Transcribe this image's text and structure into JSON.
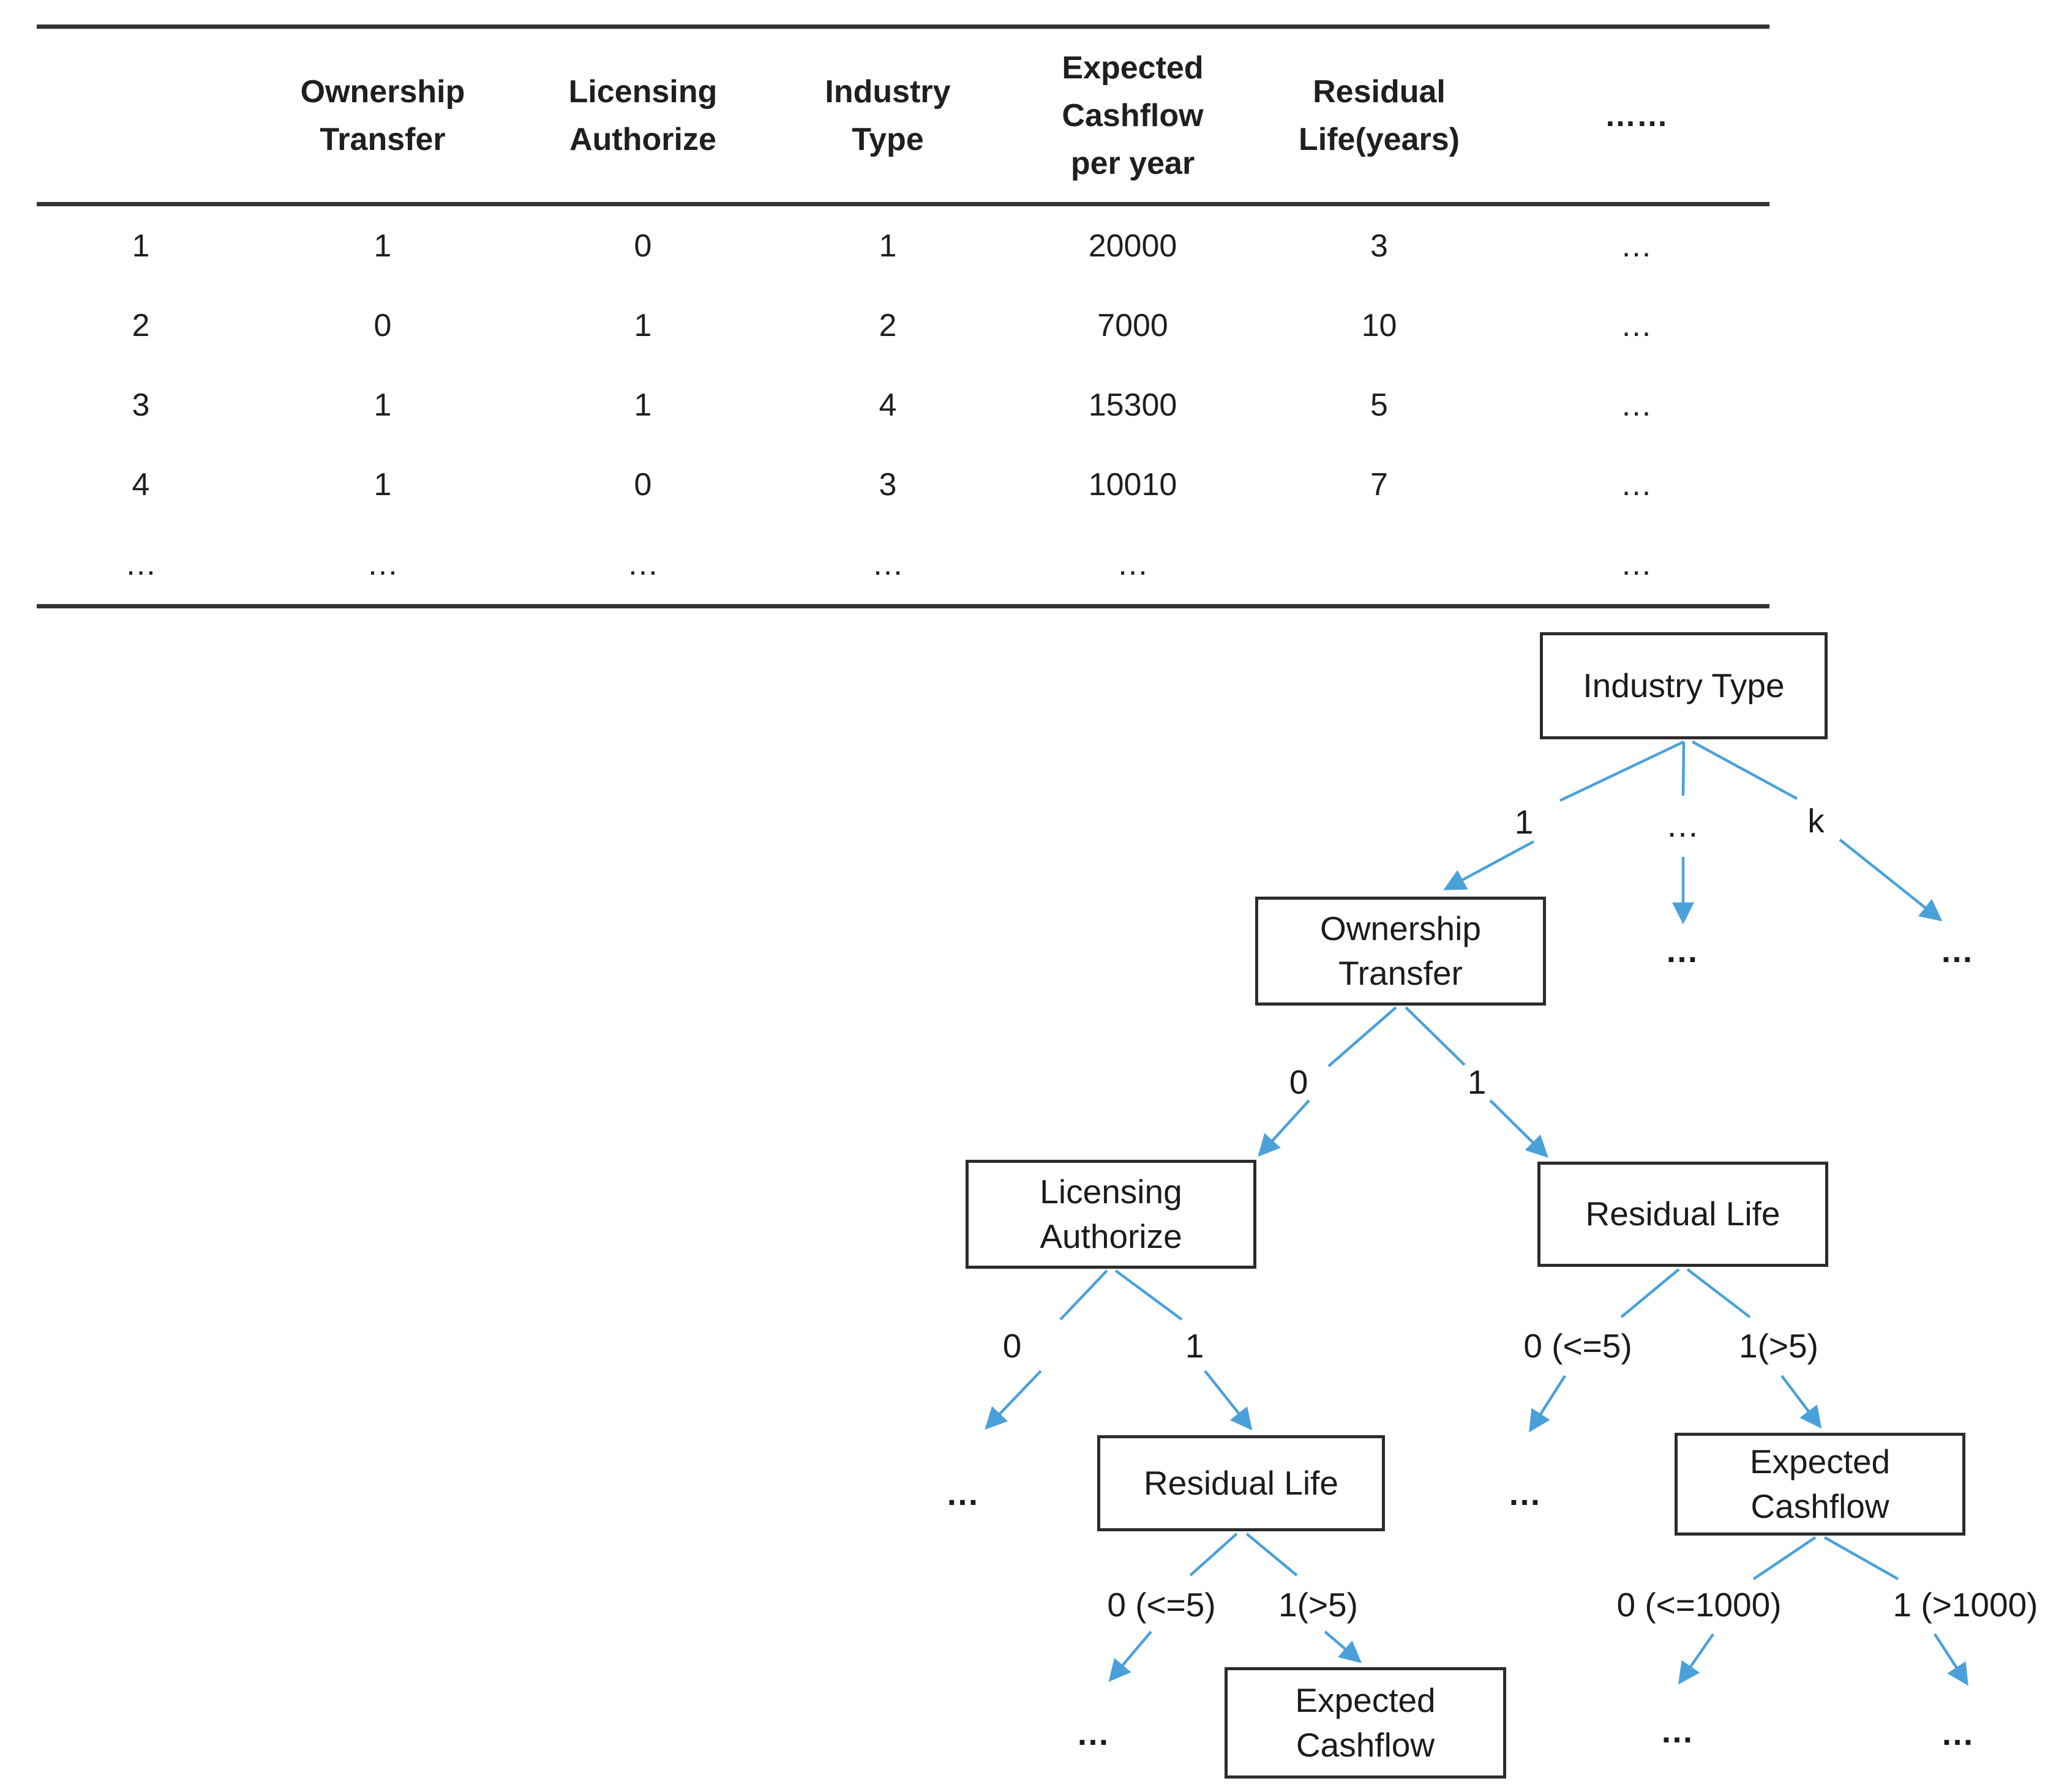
{
  "table": {
    "columns": [
      "",
      "Ownership Transfer",
      "Licensing Authorize",
      "Industry Type",
      "Expected Cashflow per year",
      "Residual Life(years)",
      "……"
    ],
    "rows": [
      [
        "1",
        "1",
        "0",
        "1",
        "20000",
        "3",
        "…"
      ],
      [
        "2",
        "0",
        "1",
        "2",
        "7000",
        "10",
        "…"
      ],
      [
        "3",
        "1",
        "1",
        "4",
        "15300",
        "5",
        "…"
      ],
      [
        "4",
        "1",
        "0",
        "3",
        "10010",
        "7",
        "…"
      ],
      [
        "…",
        "…",
        "…",
        "…",
        "…",
        "",
        "…"
      ]
    ]
  },
  "tree": {
    "nodes": {
      "industry_type": "Industry Type",
      "ownership_transfer": "Ownership Transfer",
      "licensing_authorize": "Licensing Authorize",
      "residual_life_right": "Residual Life",
      "residual_life_center": "Residual Life",
      "expected_cashflow_right": "Expected Cashflow",
      "expected_cashflow_bottom": "Expected Cashflow"
    },
    "edges": {
      "industry_1": "1",
      "industry_mid": "…",
      "industry_k": "k",
      "ownership_0": "0",
      "ownership_1": "1",
      "licensing_0": "0",
      "licensing_1": "1",
      "residual_right_0": "0 (<=5)",
      "residual_right_1": "1(>5)",
      "residual_center_0": "0 (<=5)",
      "residual_center_1": "1(>5)",
      "cashflow_right_0": "0 (<=1000)",
      "cashflow_right_1": "1 (>1000)"
    },
    "ellipsis_leaf": "…"
  },
  "colors": {
    "arrow_blue": "#4AA1DA",
    "box_border": "#2C2C2C",
    "text": "#1F1F1F",
    "table_rule": "#333333"
  }
}
